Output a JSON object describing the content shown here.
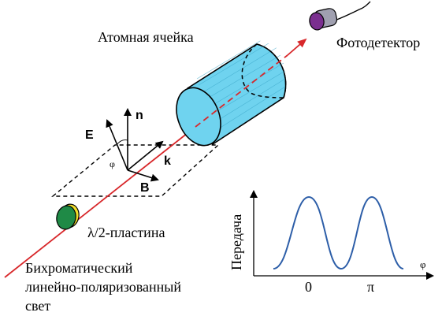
{
  "labels": {
    "atomic_cell": "Атомная ячейка",
    "photodetector": "Фотодетектор",
    "waveplate": "λ/2-пластина",
    "light_line1": "Бихроматический",
    "light_line2": "линейно-поляризованный",
    "light_line3": "свет"
  },
  "vectors": {
    "E": "E",
    "n": "n",
    "k": "k",
    "B": "B",
    "phi": "φ"
  },
  "inset": {
    "ylabel": "Передача",
    "xlabel": "φ",
    "ticks": [
      "0",
      "π"
    ]
  },
  "colors": {
    "beam": "#d8282b",
    "cell": "#6fd3ef",
    "waveplate_body": "#1f8a46",
    "waveplate_edge": "#f2df2b",
    "detector_body": "#a0a0b0",
    "detector_lens": "#7a2f8f",
    "curve": "#2d5ea8"
  }
}
